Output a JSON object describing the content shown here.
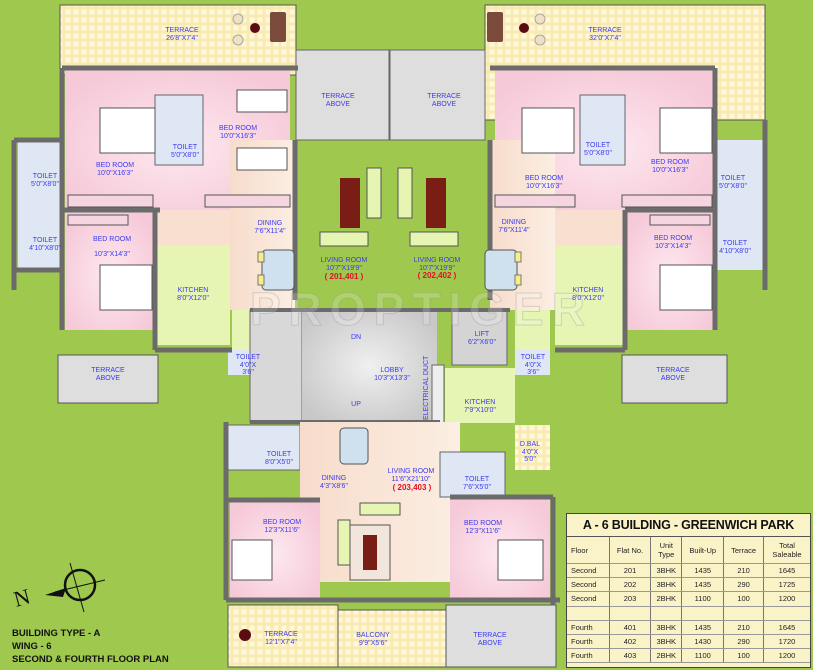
{
  "legend": {
    "building_type": "BUILDING TYPE - A",
    "wing": "WING - 6",
    "floor_plan": "SECOND & FOURTH FLOOR PLAN",
    "north_label": "N"
  },
  "watermark": "PROPTIGER",
  "rooms": {
    "terrace_top_left": {
      "name": "TERRACE",
      "size": "26'8\"X7'4\""
    },
    "terrace_top_right": {
      "name": "TERRACE",
      "size": "32'0\"X7'4\""
    },
    "terrace_above_tl": {
      "name": "TERRACE",
      "size": "ABOVE"
    },
    "terrace_above_tr": {
      "name": "TERRACE",
      "size": "ABOVE"
    },
    "bedroom_201_a": {
      "name": "BED ROOM",
      "size": "10'0\"X16'3\""
    },
    "bedroom_201_b": {
      "name": "BED ROOM",
      "size": "10'0\"X16'3\""
    },
    "toilet_201_a": {
      "name": "TOILET",
      "size": "5'0\"X8'0\""
    },
    "toilet_201_b": {
      "name": "TOILET",
      "size": "5'0\"X8'0\""
    },
    "toilet_201_c": {
      "name": "TOILET",
      "size": "4'10\"X8'0\""
    },
    "bedroom_201_c": {
      "name": "BED ROOM",
      "size": "10'3\"X14'3\""
    },
    "dining_201": {
      "name": "DINING",
      "size": "7'6\"X11'4\""
    },
    "kitchen_201": {
      "name": "KITCHEN",
      "size": "8'0\"X12'0\""
    },
    "living_201": {
      "name": "LIVING ROOM",
      "size": "10'7\"X19'9\"",
      "flats": "( 201,401 )"
    },
    "living_202": {
      "name": "LIVING ROOM",
      "size": "10'7\"X19'9\"",
      "flats": "( 202,402 )"
    },
    "dining_202": {
      "name": "DINING",
      "size": "7'6\"X11'4\""
    },
    "kitchen_202": {
      "name": "KITCHEN",
      "size": "8'0\"X12'0\""
    },
    "bedroom_202_a": {
      "name": "BED ROOM",
      "size": "10'0\"X16'3\""
    },
    "bedroom_202_b": {
      "name": "BED ROOM",
      "size": "10'0\"X16'3\""
    },
    "toilet_202_a": {
      "name": "TOILET",
      "size": "5'0\"X8'0\""
    },
    "toilet_202_b": {
      "name": "TOILET",
      "size": "5'0\"X8'0\""
    },
    "toilet_202_c": {
      "name": "TOILET",
      "size": "4'10\"X8'0\""
    },
    "bedroom_202_c": {
      "name": "BED ROOM",
      "size": "10'3\"X14'3\""
    },
    "toilet_201_small": {
      "name": "TOILET",
      "size": "4'0\"X\n3'6\""
    },
    "toilet_202_small": {
      "name": "TOILET",
      "size": "4'0\"X\n3'6\""
    },
    "terrace_above_bl": {
      "name": "TERRACE",
      "size": "ABOVE"
    },
    "terrace_above_br": {
      "name": "TERRACE",
      "size": "ABOVE"
    },
    "lift": {
      "name": "LIFT",
      "size": "6'2\"X6'0\""
    },
    "lobby": {
      "name": "LOBBY",
      "size": "10'3\"X13'3\""
    },
    "electrical_duct": {
      "name": "ELECTRICAL DUCT"
    },
    "stair_dn": "DN",
    "stair_up": "UP",
    "kitchen_203": {
      "name": "KITCHEN",
      "size": "7'9\"X10'0\""
    },
    "dbal_203": {
      "name": "D.BAL",
      "size": "4'0\"X\n5'0\""
    },
    "toilet_203_a": {
      "name": "TOILET",
      "size": "8'0\"X5'0\""
    },
    "dining_203": {
      "name": "DINING",
      "size": "4'3\"X8'6\""
    },
    "living_203": {
      "name": "LIVING ROOM",
      "size": "11'6\"X21'10\"",
      "flats": "( 203,403 )"
    },
    "toilet_203_b": {
      "name": "TOILET",
      "size": "7'6\"X5'0\""
    },
    "bedroom_203_a": {
      "name": "BED ROOM",
      "size": "12'3\"X11'6\""
    },
    "bedroom_203_b": {
      "name": "BED ROOM",
      "size": "12'3\"X11'6\""
    },
    "terrace_203": {
      "name": "TERRACE",
      "size": "12'1\"X7'4\""
    },
    "balcony_203": {
      "name": "BALCONY",
      "size": "9'9\"X5'6\""
    },
    "terrace_above_203": {
      "name": "TERRACE",
      "size": "ABOVE"
    }
  },
  "area_table": {
    "title": "A - 6 BUILDING - GREENWICH PARK",
    "headers": [
      "Floor",
      "Flat No.",
      "Unit Type",
      "Built-Up",
      "Terrace",
      "Total Saleable"
    ],
    "rows": [
      [
        "Second",
        "201",
        "3BHK",
        "1435",
        "210",
        "1645"
      ],
      [
        "Second",
        "202",
        "3BHK",
        "1435",
        "290",
        "1725"
      ],
      [
        "Second",
        "203",
        "2BHK",
        "1100",
        "100",
        "1200"
      ],
      [
        "",
        "",
        "",
        "",
        "",
        ""
      ],
      [
        "Fourth",
        "401",
        "3BHK",
        "1435",
        "210",
        "1645"
      ],
      [
        "Fourth",
        "402",
        "3BHK",
        "1430",
        "290",
        "1720"
      ],
      [
        "Fourth",
        "403",
        "2BHK",
        "1100",
        "100",
        "1200"
      ]
    ]
  },
  "colors": {
    "background": "#9fc84e",
    "wall": "#6b6b6b",
    "bedroom": "#f7cfdc",
    "toilet": "#dfe7f5",
    "kitchen": "#e6f5b3",
    "living": "#f8e2cf",
    "terrace_tile": "#f8eab0",
    "terrace_above": "#dedede",
    "lobby": "#d4d4d4",
    "label_blue": "#3a3af0",
    "label_red": "#e0102a",
    "table_bg": "#fbf3c8"
  }
}
